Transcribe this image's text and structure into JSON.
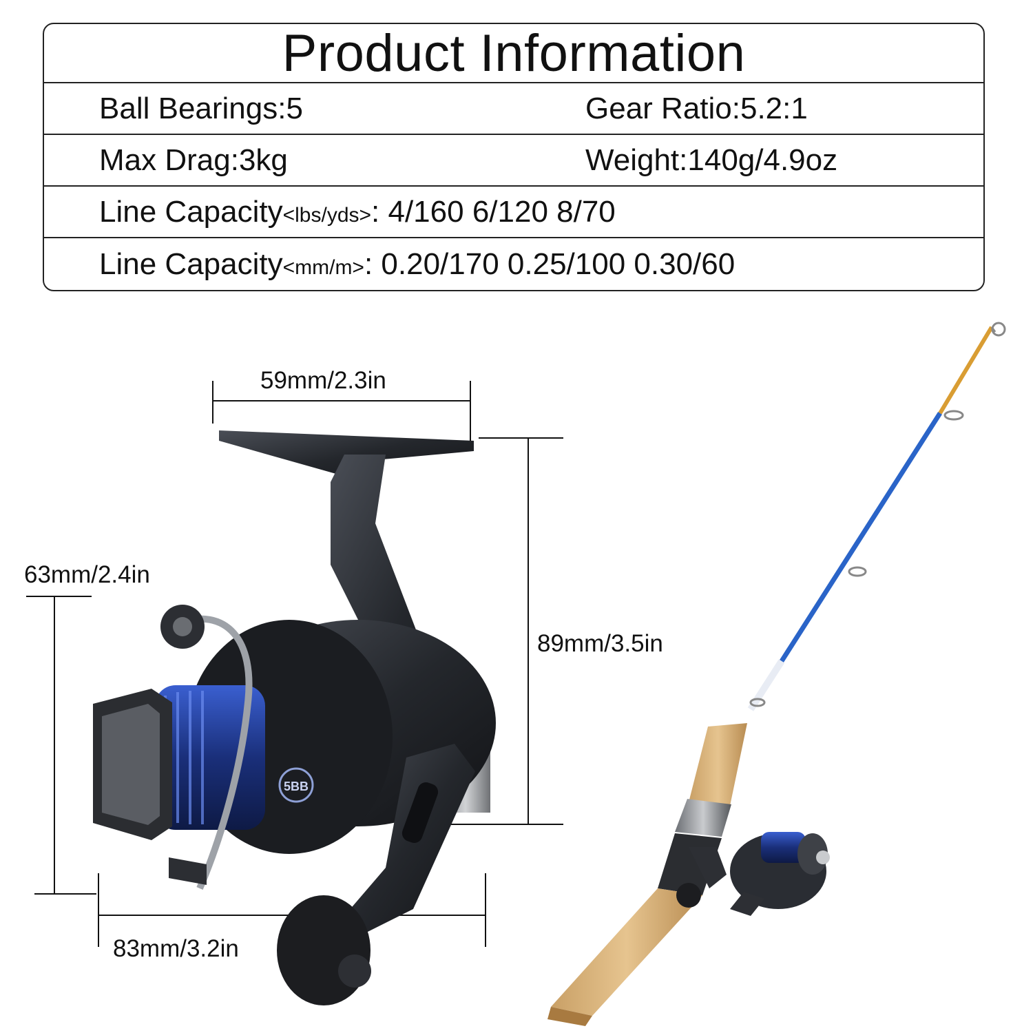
{
  "table": {
    "title": "Product Information",
    "rows": [
      {
        "left": "Ball Bearings:5",
        "right": "Gear Ratio:5.2:1"
      },
      {
        "left": "Max Drag:3kg",
        "right": "Weight:140g/4.9oz"
      },
      {
        "label": "Line Capacity",
        "unit": "<lbs/yds>",
        "values": ": 4/160  6/120  8/70"
      },
      {
        "label": "Line Capacity",
        "unit": "<mm/m>",
        "values": ": 0.20/170  0.25/100  0.30/60"
      }
    ]
  },
  "dimensions": {
    "width_top": "59mm/2.3in",
    "height_left": "63mm/2.4in",
    "height_right": "89mm/3.5in",
    "length_bottom": "83mm/3.2in"
  },
  "reel_badge": "5BB",
  "colors": {
    "reel_body": "#2a2d33",
    "spool_blue": "#1f3f9c",
    "rod_blue": "#2a64c8",
    "rod_tip": "#e0a640",
    "cork": "#d8b27a"
  }
}
